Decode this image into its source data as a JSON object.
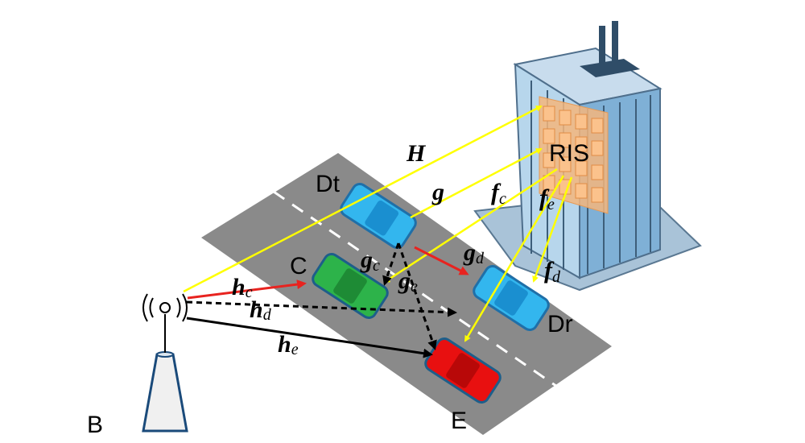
{
  "nodes": {
    "base_station": "B",
    "ris": "RIS",
    "car_c": "C",
    "car_e": "E",
    "car_dt": "Dt",
    "car_dr": "Dr"
  },
  "links": {
    "H": {
      "main": "H",
      "sub": ""
    },
    "g": {
      "main": "g",
      "sub": ""
    },
    "f_c": {
      "main": "f",
      "sub": "c"
    },
    "f_e": {
      "main": "f",
      "sub": "e"
    },
    "f_d": {
      "main": "f",
      "sub": "d"
    },
    "g_c": {
      "main": "g",
      "sub": "c"
    },
    "g_d": {
      "main": "g",
      "sub": "d"
    },
    "g_e": {
      "main": "g",
      "sub": "e"
    },
    "h_c": {
      "main": "h",
      "sub": "c"
    },
    "h_d": {
      "main": "h",
      "sub": "d"
    },
    "h_e": {
      "main": "h",
      "sub": "e"
    }
  },
  "colors": {
    "ris_link": "#ffff00",
    "red_link": "#e8231f",
    "black_link": "#000000",
    "car_c": "#2db34a",
    "car_e": "#e81010",
    "car_d": "#33b6ee",
    "road": "#8a8a8a",
    "building": "#9dc6e3"
  }
}
